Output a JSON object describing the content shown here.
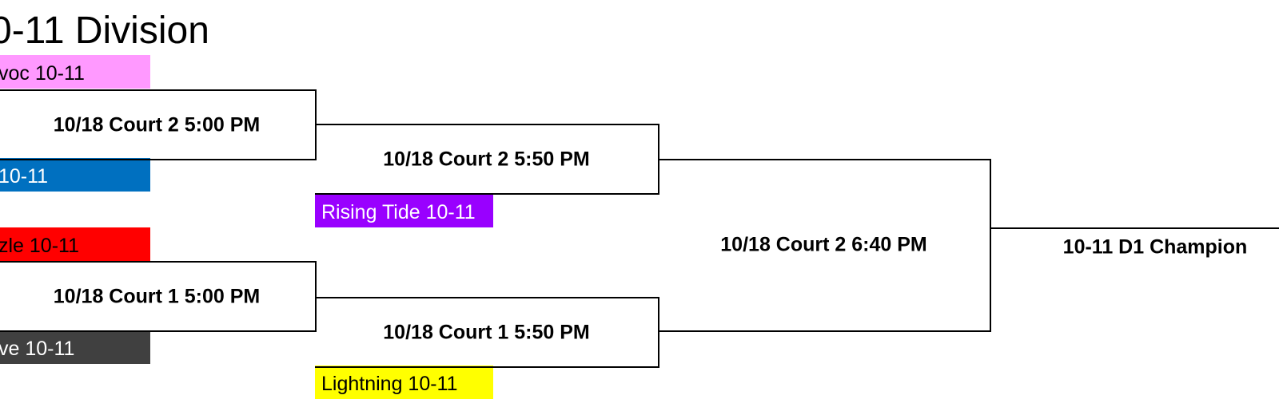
{
  "title": "0-11 Division",
  "teams": [
    {
      "label": "voc 10-11",
      "bg": "#FF99FF",
      "fg": "#000000"
    },
    {
      "label": "10-11",
      "bg": "#0070C0",
      "fg": "#FFFFFF"
    },
    {
      "label": "zle 10-11",
      "bg": "#FF0000",
      "fg": "#000000"
    },
    {
      "label": "ve 10-11",
      "bg": "#404040",
      "fg": "#FFFFFF"
    },
    {
      "label": "Rising Tide 10-11",
      "bg": "#9900FF",
      "fg": "#FFFFFF"
    },
    {
      "label": "Lightning 10-11",
      "bg": "#FFFF00",
      "fg": "#000000"
    }
  ],
  "games": {
    "r1_top": "10/18 Court 2 5:00 PM",
    "r1_bottom": "10/18 Court 1 5:00 PM",
    "r2_top": "10/18 Court 2 5:50 PM",
    "r2_bottom": "10/18 Court 1 5:50 PM",
    "semi": "10/18 Court 2 6:40 PM",
    "final": "10-11 D1 Champion"
  }
}
